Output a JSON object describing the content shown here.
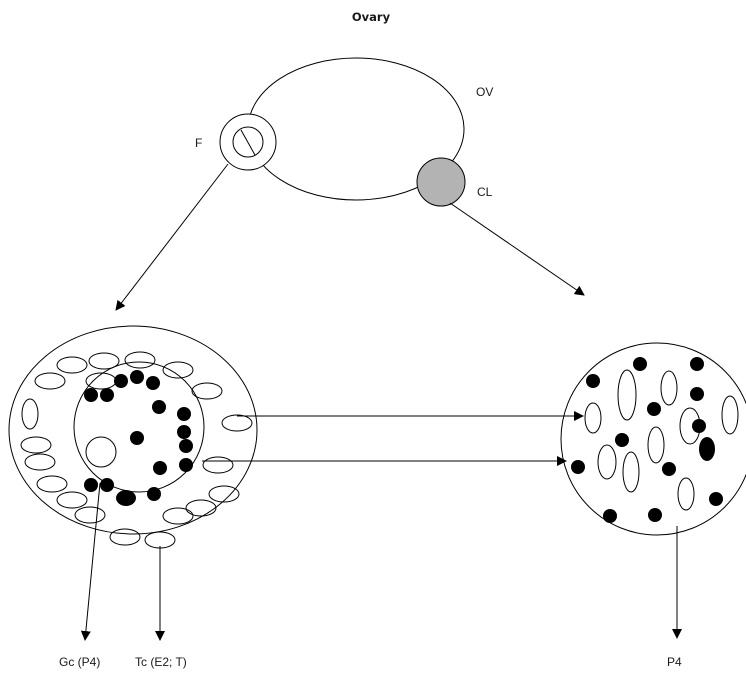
{
  "title": "Ovary",
  "labels": {
    "ovary": "OV",
    "follicle": "F",
    "corpus_luteum": "CL",
    "granulosa": "Gc (P4)",
    "theca": "Tc (E2; T)",
    "luteal": "P4"
  },
  "colors": {
    "corpus_luteum_fill": "#b3b3b3",
    "cell_fill": "#000000",
    "line": "#000000"
  }
}
